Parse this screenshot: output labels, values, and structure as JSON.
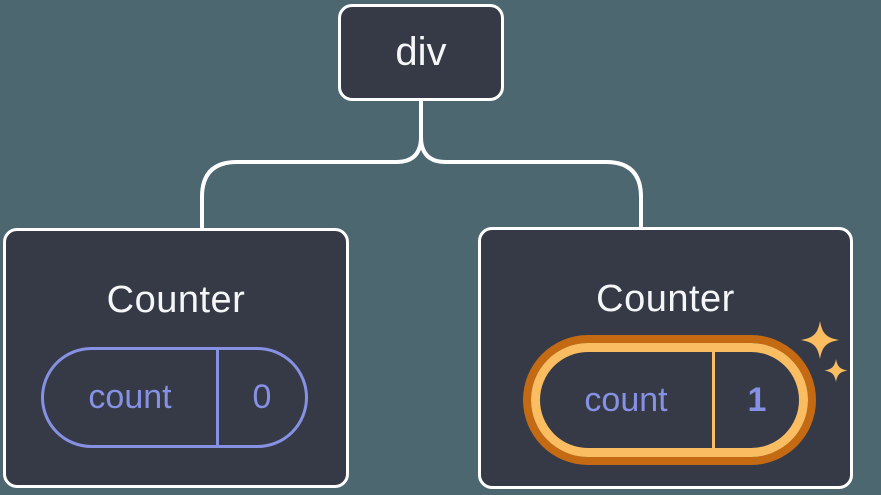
{
  "colors": {
    "background": "#4d6771",
    "card_fill": "#353a46",
    "card_border": "#ffffff",
    "connector": "#ffffff",
    "title_text": "#f5f6f7",
    "state_purple": "#8791e3",
    "highlight_outer": "#c46a12",
    "highlight_inner": "#fabd62",
    "sparkle": "#fabd62"
  },
  "tree": {
    "root": {
      "label": "div"
    },
    "children": [
      {
        "title": "Counter",
        "state": {
          "key": "count",
          "value": "0"
        },
        "highlighted": false
      },
      {
        "title": "Counter",
        "state": {
          "key": "count",
          "value": "1"
        },
        "highlighted": true
      }
    ]
  },
  "icons": {
    "sparkles": "sparkles-icon"
  }
}
